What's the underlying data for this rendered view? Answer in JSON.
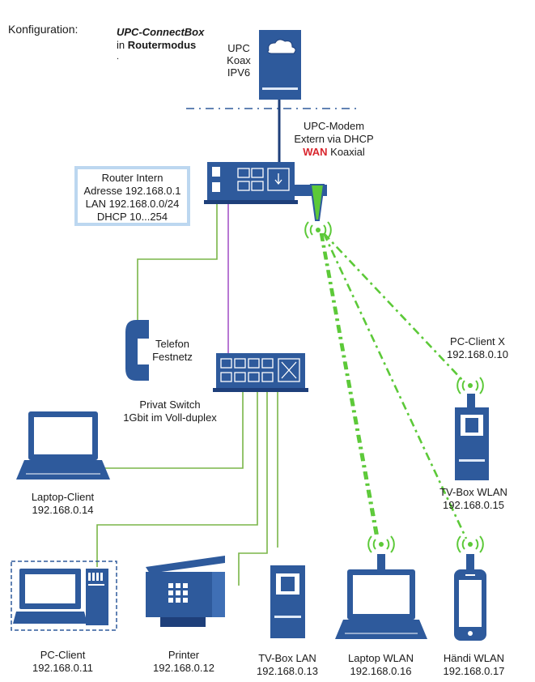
{
  "header": {
    "config_label": "Konfiguration:",
    "device_title": "UPC-ConnectBox",
    "mode_prefix": "in",
    "mode_name": "Routermodus",
    "dot": "."
  },
  "upc_label": [
    "UPC",
    "Koax",
    "IPV6"
  ],
  "modem_label": {
    "line1": "UPC-Modem",
    "line2": "Extern via DHCP",
    "wan": "WAN",
    "koaxial": "Koaxial"
  },
  "router_info": [
    "Router Intern",
    "Adresse 192.168.0.1",
    "LAN 192.168.0.0/24",
    "DHCP 10...254"
  ],
  "telefon": [
    "Telefon",
    "Festnetz"
  ],
  "switch_label": [
    "Privat Switch",
    "1Gbit im Voll-duplex"
  ],
  "devices": {
    "pc_client_x": {
      "name": "PC-Client X",
      "ip": "192.168.0.10"
    },
    "tv_box_wlan": {
      "name": "TV-Box WLAN",
      "ip": "192.168.0.15"
    },
    "laptop_client": {
      "name": "Laptop-Client",
      "ip": "192.168.0.14"
    },
    "pc_client": {
      "name": "PC-Client",
      "ip": "192.168.0.11"
    },
    "printer": {
      "name": "Printer",
      "ip": "192.168.0.12"
    },
    "tv_box_lan": {
      "name": "TV-Box LAN",
      "ip": "192.168.0.13"
    },
    "laptop_wlan": {
      "name": "Laptop WLAN",
      "ip": "192.168.0.16"
    },
    "haendi_wlan": {
      "name": "Händi WLAN",
      "ip": "192.168.0.17"
    }
  },
  "colors": {
    "device_blue": "#2e5a9c",
    "wired_green": "#7ab648",
    "wireless_green": "#5cc938",
    "purple_link": "#9a3fc0",
    "wan_red": "#d9262e",
    "router_box_border": "#bcd7f0"
  }
}
